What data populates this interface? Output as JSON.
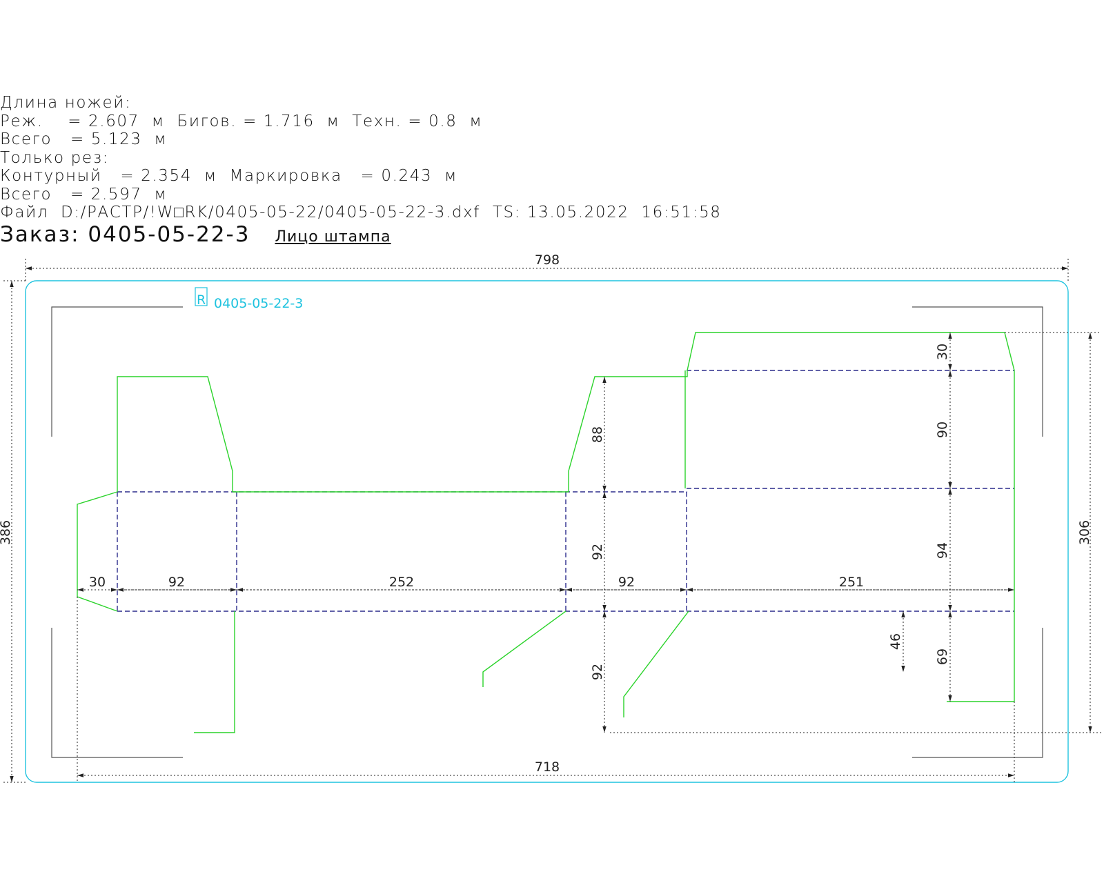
{
  "header": {
    "knife_length_title": "Длина ножей:",
    "line_totals": "Реж.    = 2.607  м  Бигов. = 1.716  м  Техн. = 0.8  м",
    "total_1": "Всего   = 5.123  м",
    "cut_only_title": "Только рез:",
    "line_contour": "Контурный   = 2.354  м  Маркировка   = 0.243  м",
    "total_2": "Всего   = 2.597  м",
    "file_line": "Файл  D:/РАСТР/!W□RK/0405-05-22/0405-05-22-3.dxf  TS: 13.05.2022  16:51:58",
    "order_label": "Заказ: 0405-05-22-3",
    "face_label": "Лицо штампа"
  },
  "stamp": {
    "logo_letter": "R",
    "order_code": "0405-05-22-3"
  },
  "dimensions": {
    "overall_width": "798",
    "overall_height": "386",
    "inner_width": "718",
    "inner_height": "306",
    "glue_flap": "30",
    "panel_1": "92",
    "panel_2": "252",
    "panel_3": "92",
    "panel_4": "251",
    "top_tuck": "88",
    "body_height": "92",
    "bottom_flap": "92",
    "lid_strip": "30",
    "lid": "90",
    "side_body": "94",
    "bottom_right": "69",
    "notch": "46"
  },
  "colors": {
    "cut_line": "#2bd32b",
    "crease_line": "#2b2b8c",
    "stamp_outline": "#1fc3df",
    "dimension_line": "#222222",
    "frame": "#555555"
  }
}
